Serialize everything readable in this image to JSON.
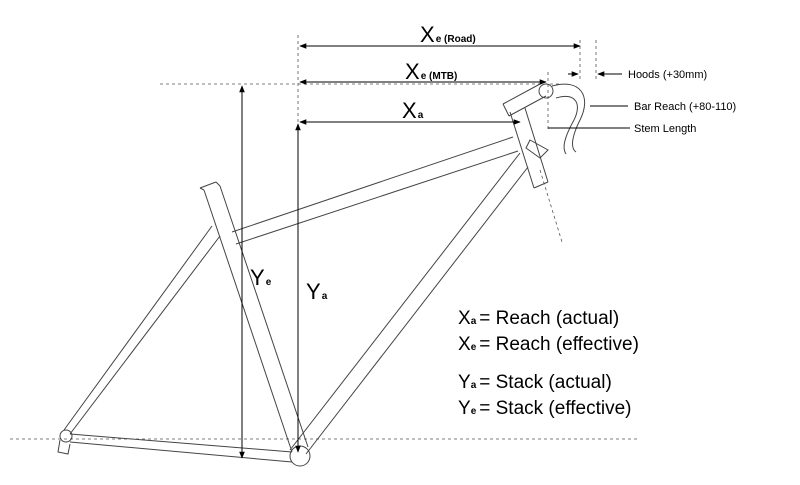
{
  "labels": {
    "xe_road": {
      "main": "X",
      "sub": "e (Road)"
    },
    "xe_mtb": {
      "main": "X",
      "sub": "e (MTB)"
    },
    "xa": {
      "main": "X",
      "sub": "a"
    },
    "ye": {
      "main": "Y",
      "sub": "e"
    },
    "ya": {
      "main": "Y",
      "sub": "a"
    }
  },
  "callouts": {
    "hoods": "Hoods (+30mm)",
    "bar_reach": "Bar Reach (+80-110)",
    "stem_length": "Stem Length"
  },
  "legend": [
    {
      "main": "X",
      "sub": "a",
      "text": "= Reach (actual)"
    },
    {
      "main": "X",
      "sub": "e",
      "text": "= Reach (effective)"
    },
    {
      "main": "Y",
      "sub": "a",
      "text": "= Stack (actual)"
    },
    {
      "main": "Y",
      "sub": "e",
      "text": "= Stack (effective)"
    }
  ]
}
